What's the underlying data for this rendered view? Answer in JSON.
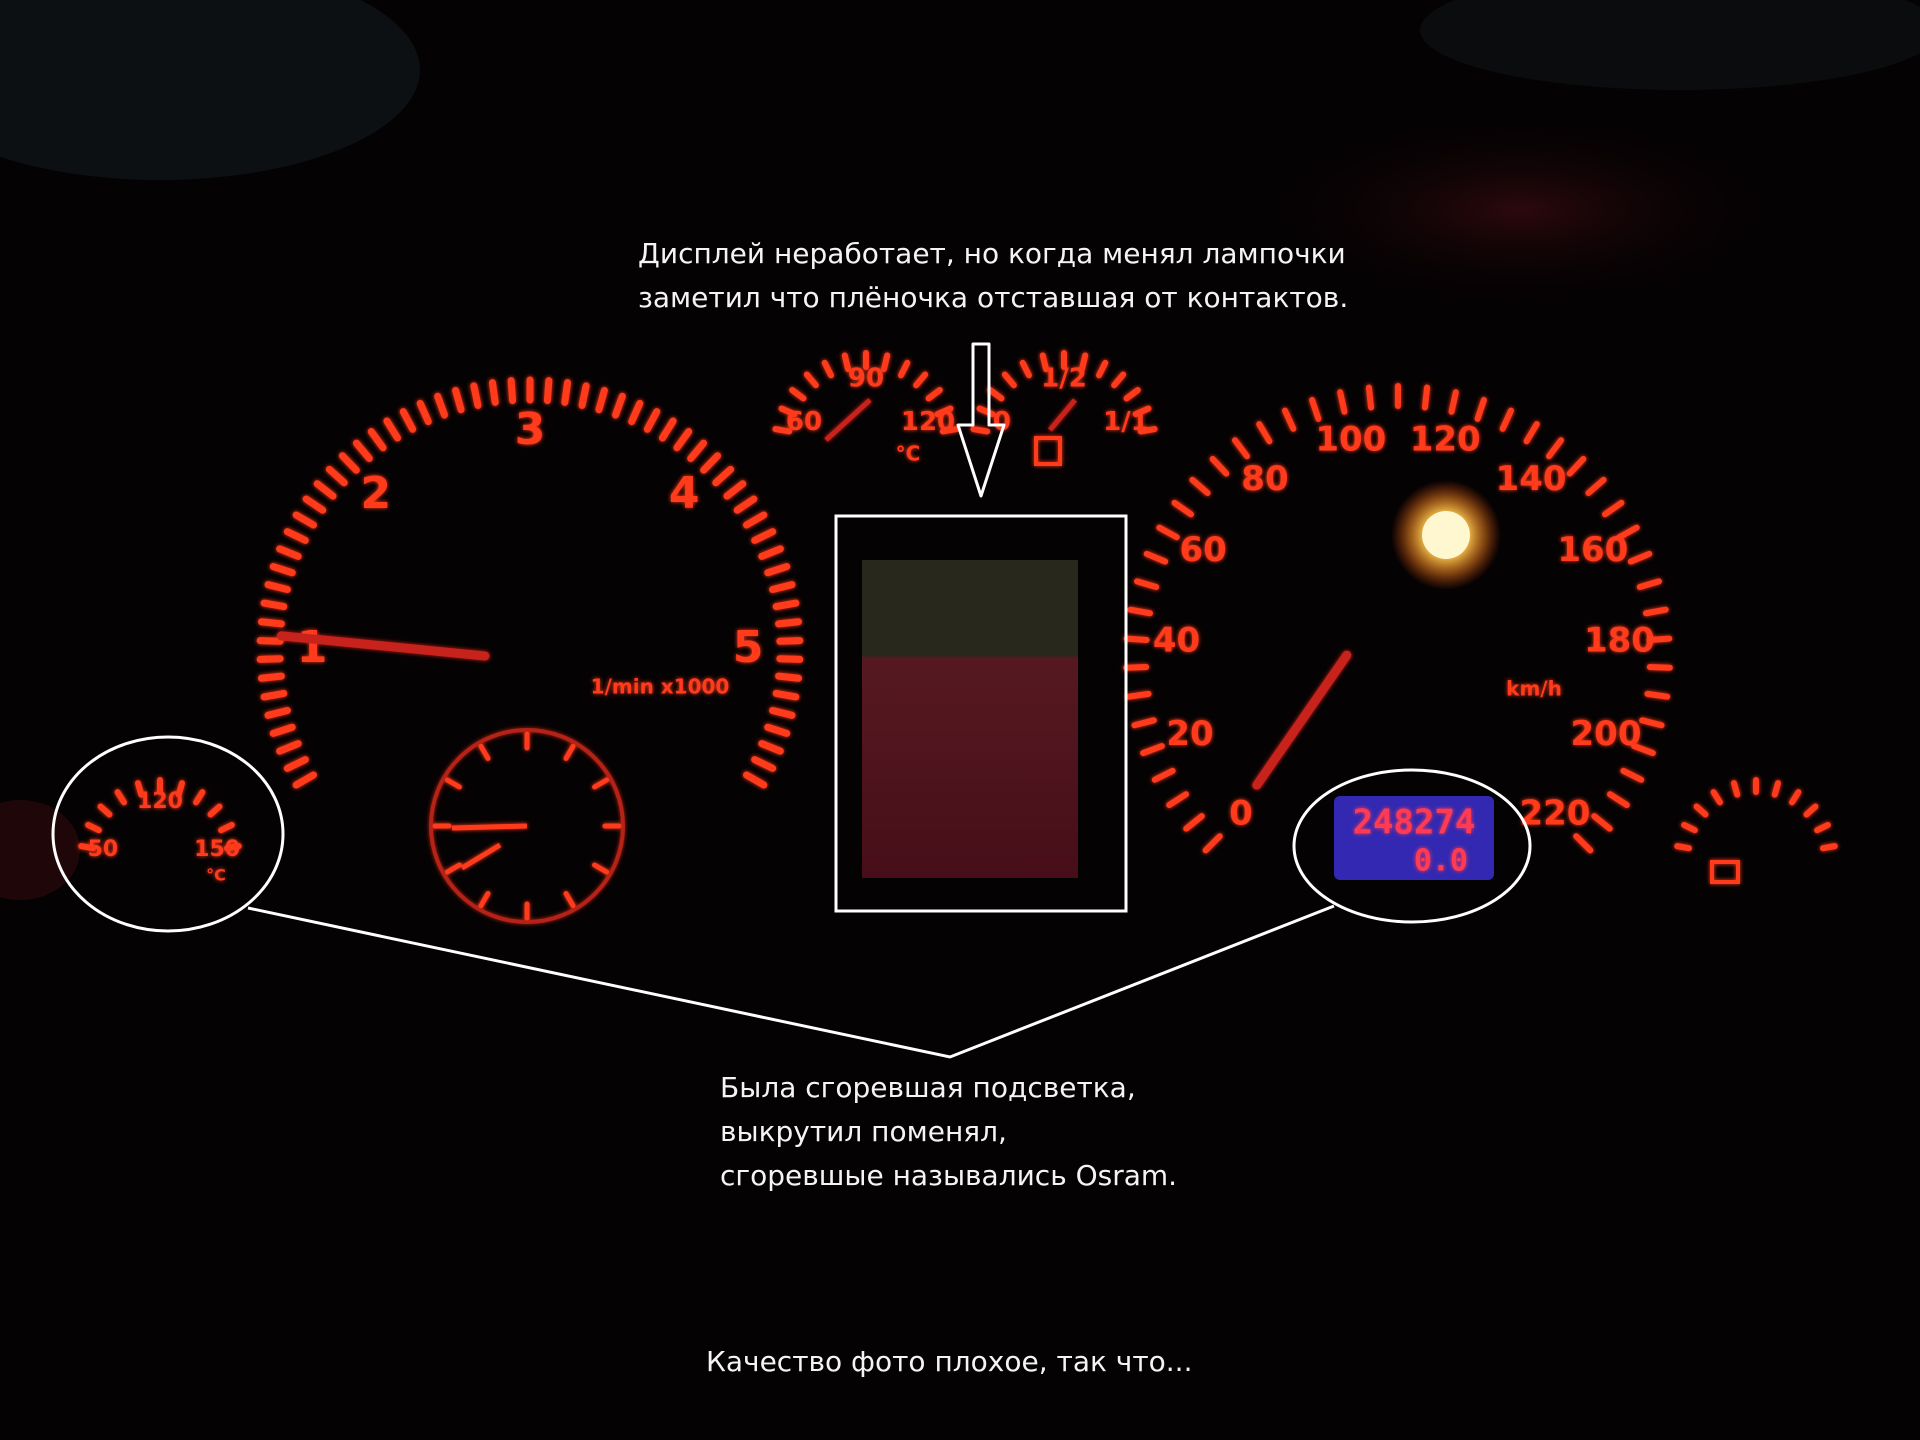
{
  "annotations": {
    "top": [
      "Дисплей неработает, но когда менял лампочки",
      "заметил что плёночка отставшая от контактов."
    ],
    "bottom": [
      "Была сгоревшая подсветка,",
      "выкрутил поменял,",
      "сгоревшые назывались Osram."
    ],
    "footer": "Качество фото плохое, так что..."
  },
  "tachometer": {
    "labels": [
      "1",
      "2",
      "3",
      "4",
      "5"
    ],
    "unit": "1/min x1000",
    "needle_value": 0.9
  },
  "speedometer": {
    "labels": [
      "0",
      "20",
      "40",
      "60",
      "80",
      "100",
      "120",
      "140",
      "160",
      "180",
      "200",
      "220"
    ],
    "unit": "km/h",
    "needle_value": 0
  },
  "temperature_gauge": {
    "labels": [
      "60",
      "90",
      "120"
    ],
    "unit": "°C"
  },
  "fuel_gauge": {
    "labels": [
      "0",
      "1/2",
      "1/1"
    ]
  },
  "oil_temp_gauge": {
    "labels": [
      "50",
      "120",
      "150"
    ],
    "unit": "°C"
  },
  "odometer": {
    "total": "248274",
    "trip": "0.0"
  },
  "colors": {
    "backlight": "#ff3a1e",
    "display_panel": "#ff2f3c",
    "odometer_screen": "#3b2fd0",
    "annotation": "#ffffff"
  }
}
